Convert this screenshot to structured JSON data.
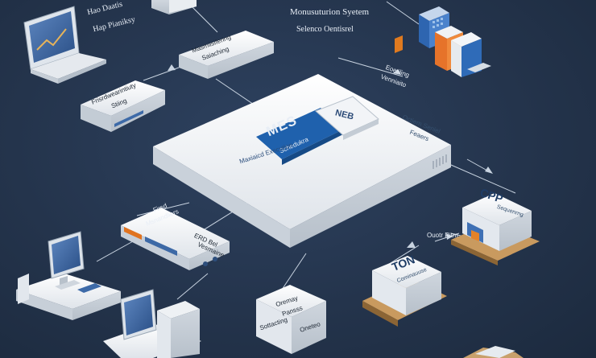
{
  "header": {
    "top_left_line1": "Hao Daatis",
    "top_left_line2": "Hap Pianiksy",
    "top_center_line1": "Monusuturion Syetem",
    "top_center_line2": "Selenco Oentisrel"
  },
  "nodes": {
    "hub_title": "MES",
    "hub_subtitle": "Schedukra",
    "hub_caption": "Maxiaicd Execution",
    "hub_tag": "NEB",
    "hub_right_line1": "Octiem Seniel",
    "hub_right_line2": "Feaers",
    "top_right_line1": "Eoetiling",
    "top_right_line2": "Venniaito",
    "upper_router_line1": "Masmiisifering",
    "upper_router_line2": "Saiaching",
    "left_router_line1": "Frisrdwearintiuty",
    "left_router_line2": "Stiing",
    "left_mid_line1": "Firsd",
    "left_mid_line2": "Msnandliers",
    "left_mid_right_line1": "ERD Bel",
    "left_mid_right_line2": "Vesmaine",
    "cp_box_title": "CPP",
    "cp_box_sub": "Sequenrng",
    "cp_box_label": "Ouotr Ritm",
    "ton_box_title": "TON",
    "ton_box_sub": "Cominauuse",
    "bottom_box_line1": "Oremay",
    "bottom_box_line2": "Pansss",
    "bottom_box_line3": "Sottacting",
    "bottom_box_line4": "Oneteo"
  }
}
